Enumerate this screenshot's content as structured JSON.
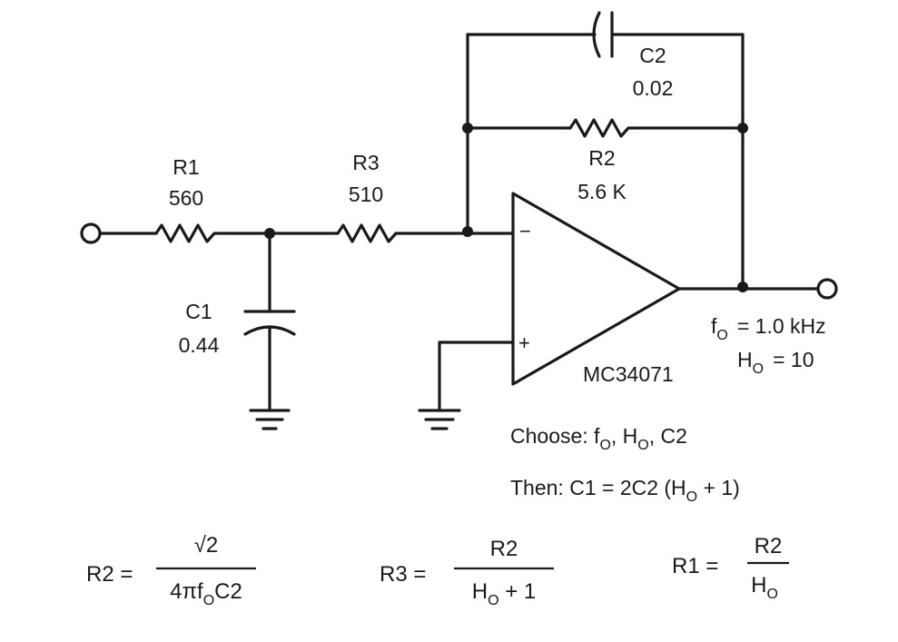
{
  "components": {
    "r1": {
      "name": "R1",
      "value": "560"
    },
    "r3": {
      "name": "R3",
      "value": "510"
    },
    "r2": {
      "name": "R2",
      "value": "5.6 K"
    },
    "c1": {
      "name": "C1",
      "value": "0.44"
    },
    "c2": {
      "name": "C2",
      "value": "0.02"
    },
    "opamp": {
      "name": "MC34071",
      "minus": "−",
      "plus": "+"
    }
  },
  "specs": {
    "fo_sym": "f",
    "fo_sub": "O",
    "fo_val": "= 1.0 kHz",
    "ho_sym": "H",
    "ho_sub": "O",
    "ho_val": "= 10"
  },
  "design": {
    "choose_prefix": "Choose: f",
    "choose_sub1": "O",
    "choose_mid": ", H",
    "choose_sub2": "O",
    "choose_end": ", C2",
    "then_prefix": "Then: C1 = 2C2 (H",
    "then_sub": "O",
    "then_end": " + 1)"
  },
  "formulas": {
    "r2": {
      "lhs": "R2 =",
      "num": "√2",
      "den_prefix": "4πf",
      "den_sub": "O",
      "den_end": "C2"
    },
    "r3": {
      "lhs": "R3 =",
      "num": "R2",
      "den_prefix": "H",
      "den_sub": "O",
      "den_end": " + 1"
    },
    "r1": {
      "lhs": "R1 =",
      "num": "R2",
      "den_prefix": "H",
      "den_sub": "O",
      "den_end": ""
    }
  }
}
